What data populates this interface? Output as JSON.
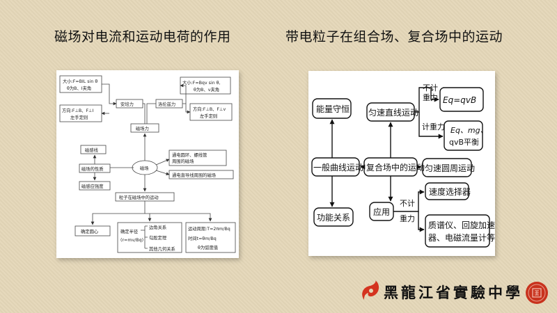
{
  "slide": {
    "title_left": "磁场对电流和运动电荷的作用",
    "title_right": "带电粒子在组合场、复合场中的运动"
  },
  "left_diagram": {
    "n_size_bil": "大小:F=BIL sin θ",
    "n_size_bil_sub": "θ为B、I夹角",
    "n_ampere": "安培力",
    "n_dir_ampere": "方向:F⊥B、F⊥I",
    "n_dir_ampere_sub": "左手定则",
    "n_size_bqv": "大小:F=Bqv sin θ,",
    "n_size_bqv_sub": "θ为B、v夹角",
    "n_lorentz": "洛伦兹力",
    "n_dir_lorentz": "方向:F⊥B、F⊥v",
    "n_dir_lorentz_sub": "左手定则",
    "n_field_force": "磁场力",
    "n_field_line": "磁感线",
    "n_field_prop": "磁场的性质",
    "n_field": "磁场",
    "n_flux_density": "磁感应强度",
    "n_loop_field": "通电圆环、螺线管",
    "n_loop_field_sub": "周围的磁场",
    "n_wire_field": "通电直导线周围的磁场",
    "n_particle_motion": "粒子在磁场中的运动",
    "n_center": "确定圆心",
    "n_radius_label": "确定半径",
    "n_radius_formula": "(r=mv/Bq)",
    "n_angle_rel": "边角关系",
    "n_pythag": "勾股定理",
    "n_geom": "其他几何关系",
    "n_period": "运动周期:T=2πm/Bq",
    "n_time": "时间t=θm/Bq",
    "n_theta_arc": "θ为弧度值"
  },
  "right_diagram": {
    "n_energy": "能量守恒",
    "n_uniform_line": "匀速直线运动",
    "n_no_gravity_1": "不计",
    "n_no_gravity_2": "重力",
    "n_eq_qvb": "Eq=qvB",
    "n_gravity": "计重力",
    "n_balance_1": "Eq、mg、",
    "n_balance_2": "qvB平衡",
    "n_general_curve": "一般曲线运动",
    "n_composite": "复合场中的运动",
    "n_uniform_circle": "匀速圆周运动",
    "n_application": "应用",
    "n_no_gravity_3": "不计",
    "n_no_gravity_4": "重力",
    "n_velocity_selector": "速度选择器",
    "n_devices_1": "质谱仪、回旋加速",
    "n_devices_2": "器、电磁流量计等",
    "n_work_energy": "功能关系"
  },
  "footer": {
    "school_name": "黑龍江省實驗中學"
  },
  "colors": {
    "background": "#e4d7b8",
    "logo_red": "#d4331f",
    "seal_red": "#c8321d"
  },
  "icons": {
    "logo": "school-logo-icon",
    "seal": "seal-icon"
  }
}
